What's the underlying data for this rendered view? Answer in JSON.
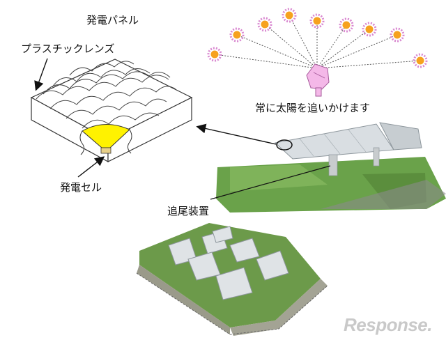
{
  "labels": {
    "panel": "発電パネル",
    "lens": "プラスチックレンズ",
    "cell": "発電セル",
    "tracker": "追尾装置",
    "sun_caption": "常に太陽を追いかけます"
  },
  "watermark": "Response.",
  "colors": {
    "sun_fill": "#f6a21e",
    "sun_ray": "#d988d0",
    "cell_light": "#fff200",
    "tracker_head": "#f4b8e8",
    "grass": "#6aa24a",
    "line": "#333333"
  }
}
